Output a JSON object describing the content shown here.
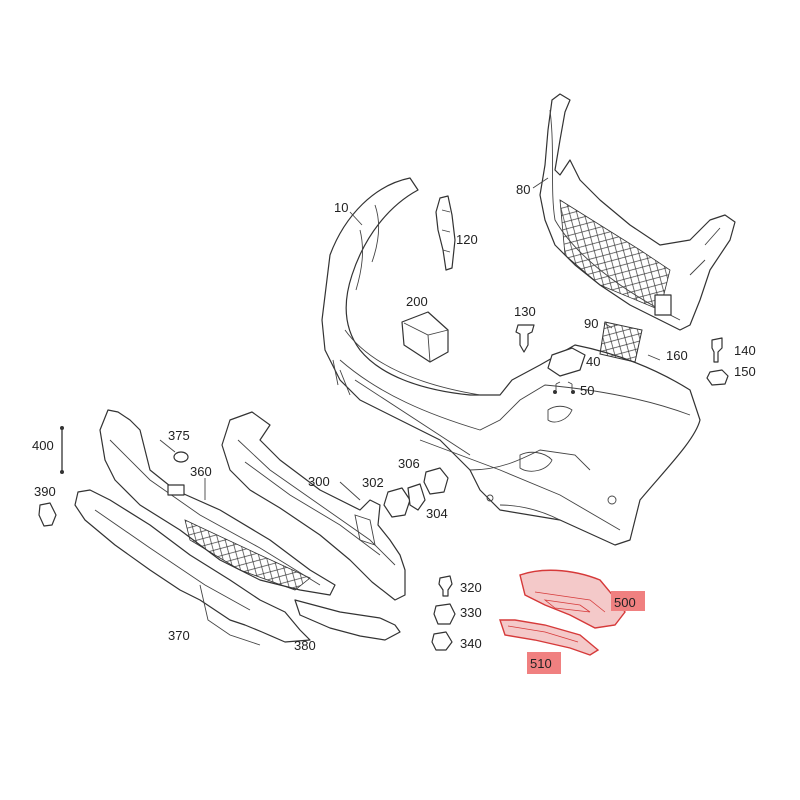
{
  "labels": {
    "p10": "10",
    "p120": "120",
    "p80": "80",
    "p200": "200",
    "p130": "130",
    "p90": "90",
    "p40": "40",
    "p50": "50",
    "p160": "160",
    "p140": "140",
    "p150": "150",
    "p375": "375",
    "p360": "360",
    "p300": "300",
    "p306": "306",
    "p302": "302",
    "p304": "304",
    "p400": "400",
    "p390": "390",
    "p320": "320",
    "p330": "330",
    "p340": "340",
    "p370": "370",
    "p380": "380",
    "p500": "500",
    "p510": "510"
  },
  "colors": {
    "highlight_fill": "#f08080",
    "highlight_stroke": "#d63a3a",
    "line": "#333333"
  },
  "highlighted_parts": [
    "500",
    "510"
  ]
}
